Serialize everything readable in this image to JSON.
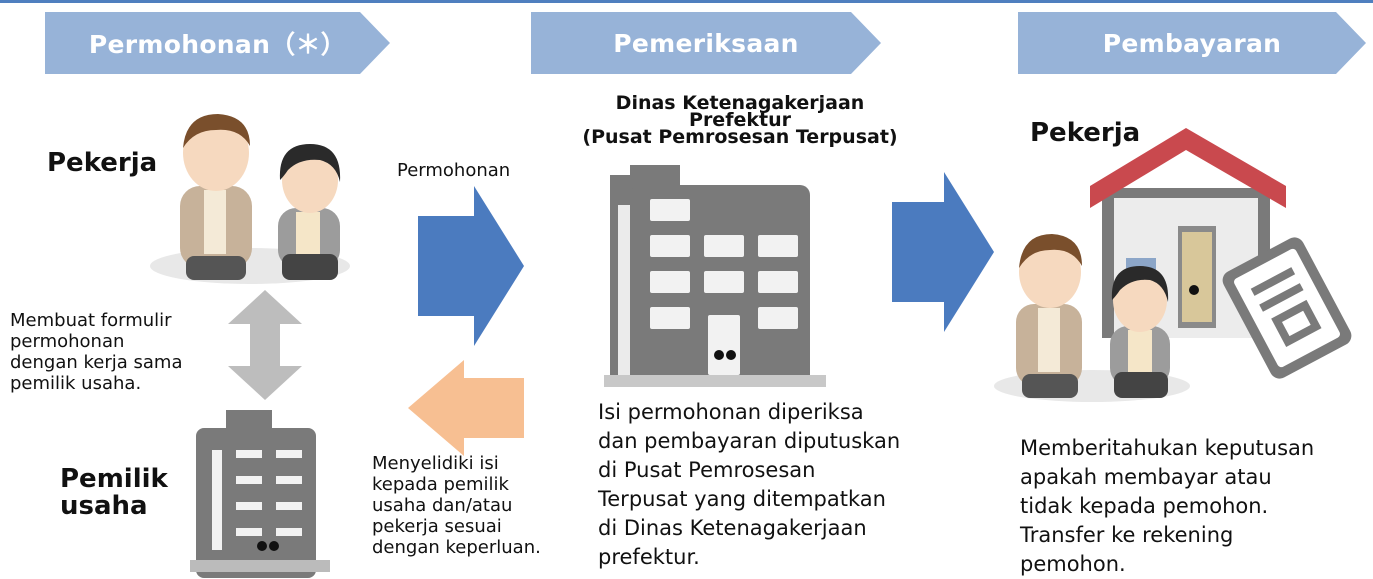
{
  "steps": [
    {
      "label": "Permohonan（＊）"
    },
    {
      "label": "Pemeriksaan"
    },
    {
      "label": "Pembayaran"
    }
  ],
  "left": {
    "worker_label": "Pekerja",
    "cooperation_text": [
      "Membuat formulir",
      "permohonan",
      "dengan kerja sama",
      "pemilik usaha."
    ],
    "owner_label": [
      "Pemilik",
      "usaha"
    ]
  },
  "middle": {
    "apply_label": "Permohonan",
    "investigate_text": [
      "Menyelidiki isi",
      "kepada pemilik",
      "usaha dan/atau",
      "pekerja sesuai",
      "dengan keperluan."
    ],
    "office_title": [
      "Dinas Ketenagakerjaan",
      "Prefektur",
      "(Pusat Pemrosesan Terpusat)"
    ],
    "review_text": [
      "Isi permohonan diperiksa",
      "dan pembayaran diputuskan",
      "di Pusat Pemrosesan",
      "Terpusat yang ditempatkan",
      "di Dinas Ketenagakerjaan",
      "prefektur."
    ]
  },
  "right": {
    "worker_label": "Pekerja",
    "notify_text": [
      "Memberitahukan keputusan",
      "apakah membayar atau",
      "tidak kepada pemohon.",
      "Transfer ke rekening",
      "pemohon."
    ]
  },
  "colors": {
    "chevron": "#97b3d8",
    "arrow_blue": "#4b7bbf",
    "arrow_orange": "#f7bf92",
    "arrow_gray": "#bdbdbd",
    "building_gray": "#7a7a7a",
    "roof_red": "#c9494e"
  },
  "icons": [
    "worker-pair-icon",
    "updown-arrow-icon",
    "owner-building-icon",
    "office-building-icon",
    "house-icon",
    "document-icon"
  ]
}
